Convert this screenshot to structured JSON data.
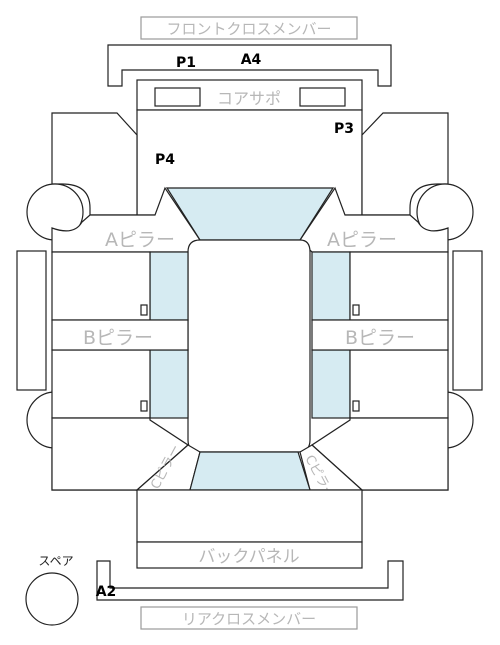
{
  "parts": {
    "front_cross_member": "フロントクロスメンバー",
    "core_support": "コアサポ",
    "a_pillar_left": "Aピラー",
    "a_pillar_right": "Aピラー",
    "b_pillar_left": "Bピラー",
    "b_pillar_right": "Bピラー",
    "c_pillar_left": "Cピラー",
    "c_pillar_right": "Cピラー",
    "back_panel": "バックパネル",
    "rear_cross_member": "リアクロスメンバー",
    "spare": "スペア"
  },
  "markers": {
    "p1": "P1",
    "a4": "A4",
    "p3": "P3",
    "p4": "P4",
    "a2": "A2"
  },
  "colors": {
    "glass": "#d6ebf2",
    "outline": "#222222",
    "label_gray": "#b7b7b7"
  }
}
